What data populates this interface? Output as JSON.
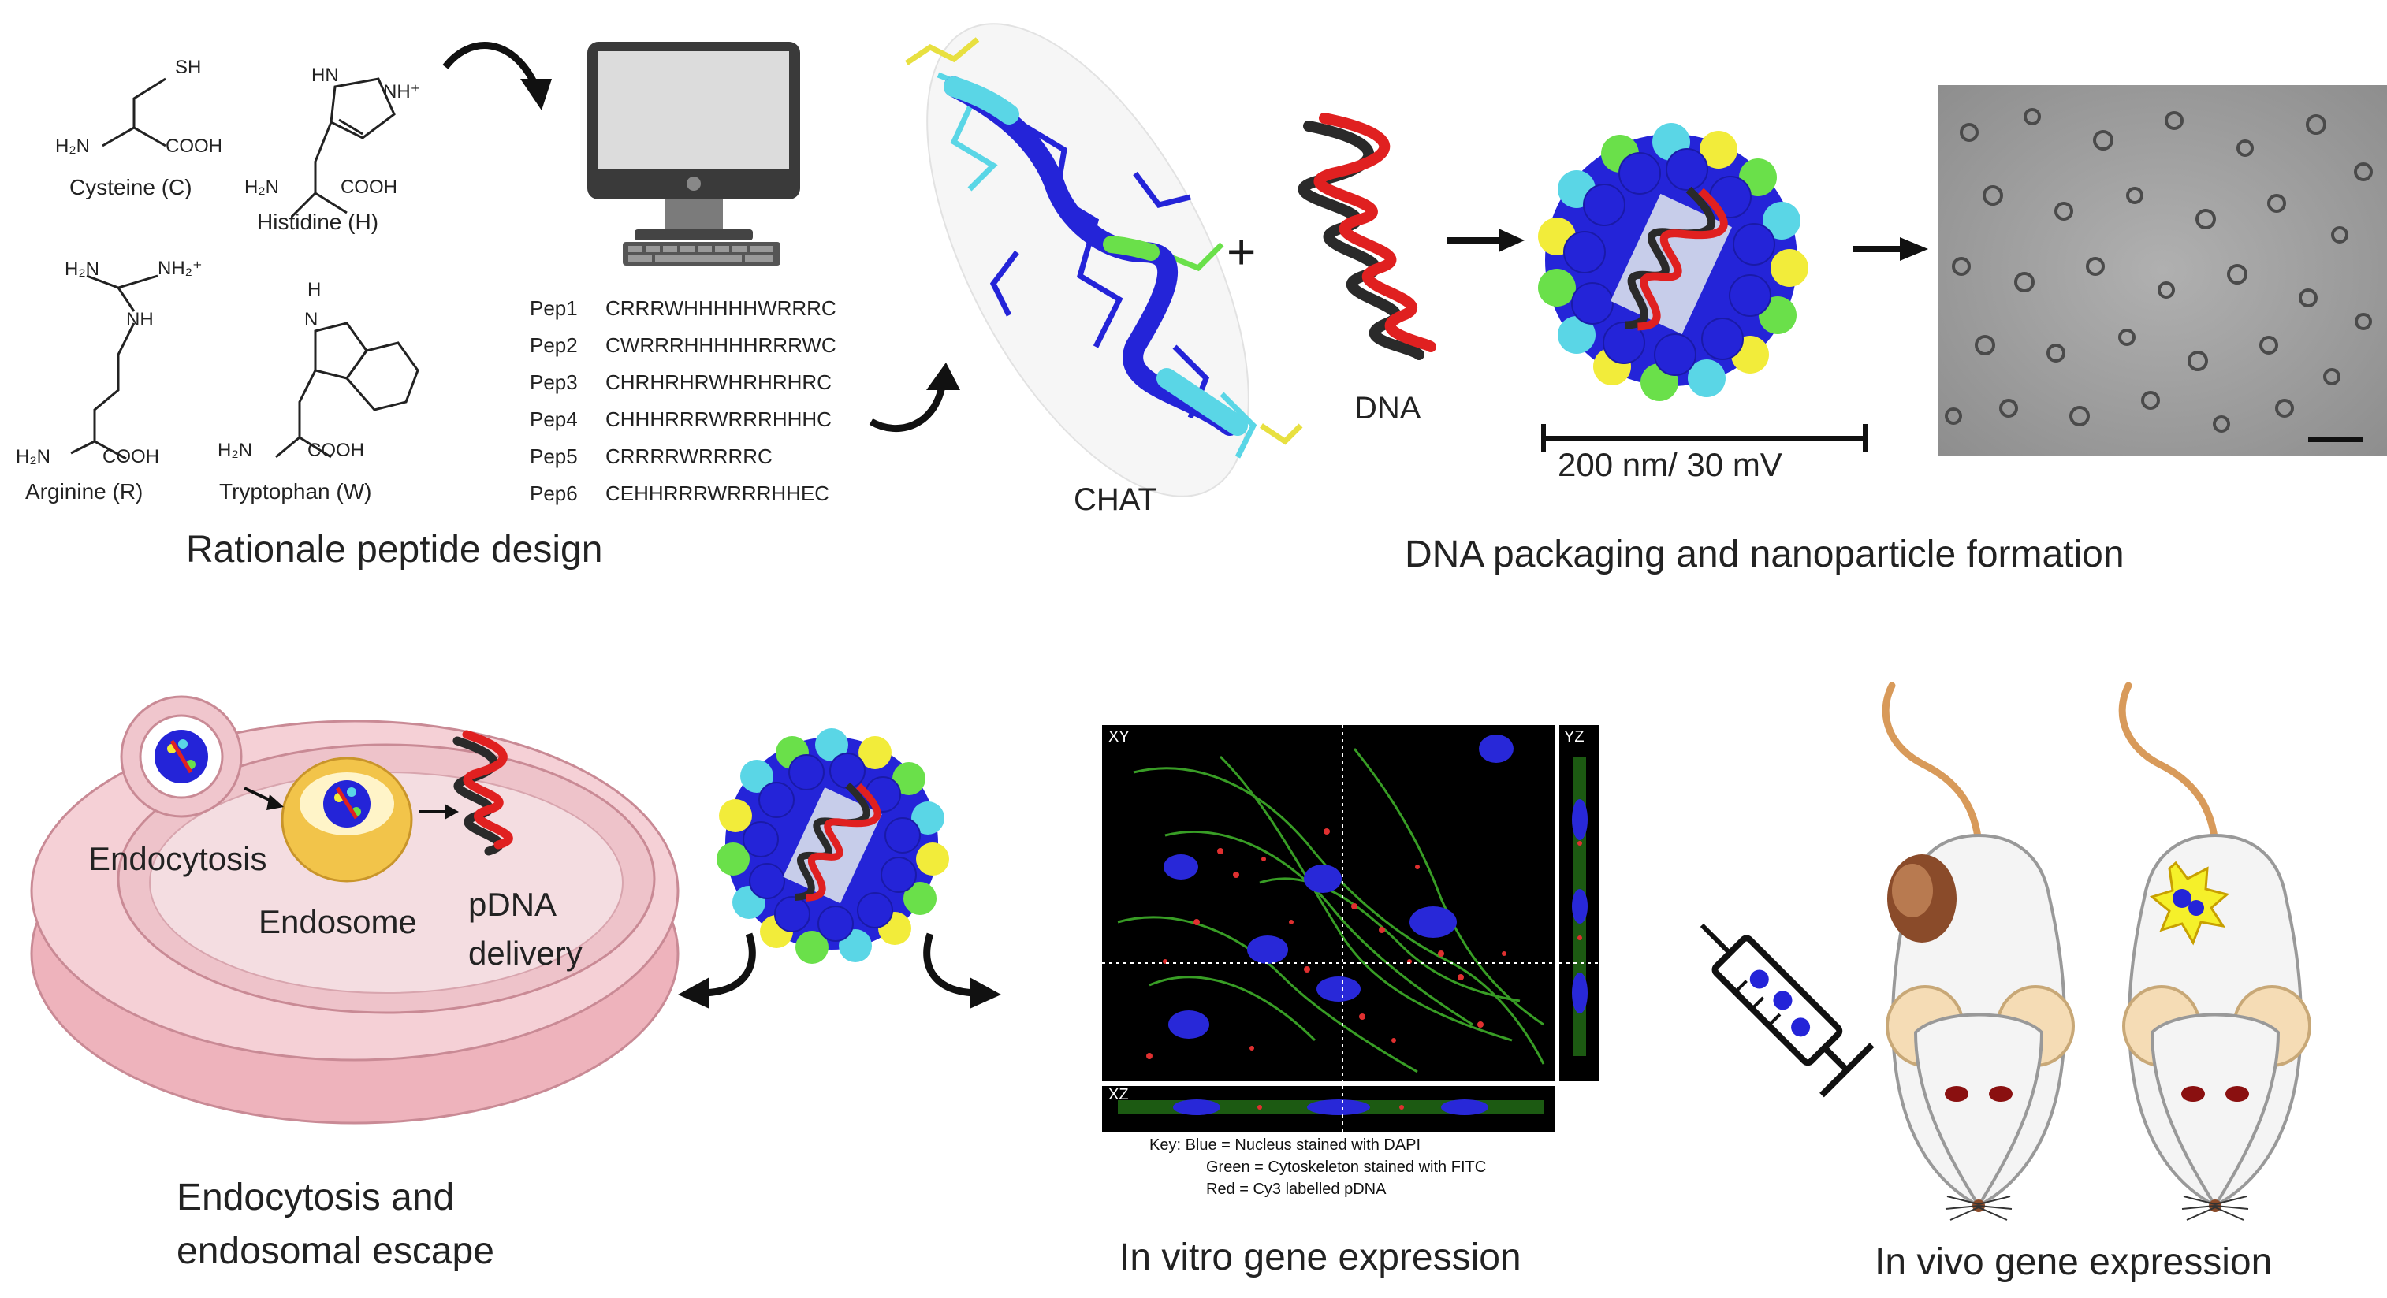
{
  "amino_acids": [
    {
      "name": "Cysteine (C)",
      "groups": [
        "SH",
        "H₂N",
        "COOH"
      ]
    },
    {
      "name": "Histidine (H)",
      "groups": [
        "HN",
        "NH⁺",
        "H₂N",
        "COOH"
      ]
    },
    {
      "name": "Arginine (R)",
      "groups": [
        "H₂N",
        "NH₂⁺",
        "NH",
        "H₂N",
        "COOH"
      ]
    },
    {
      "name": "Tryptophan (W)",
      "groups": [
        "H",
        "N",
        "H₂N",
        "COOH"
      ]
    }
  ],
  "peptides": [
    {
      "name": "Pep1",
      "seq": "CRRRWHHHHHWRRRC"
    },
    {
      "name": "Pep2",
      "seq": "CWRRRHHHHHRRRWC"
    },
    {
      "name": "Pep3",
      "seq": "CHRHRHRWHRHRHRC"
    },
    {
      "name": "Pep4",
      "seq": "CHHHRRRWRRRHHHC"
    },
    {
      "name": "Pep5",
      "seq": "CRRRRWRRRRC"
    },
    {
      "name": "Pep6",
      "seq": "CEHHRRRWRRRHHEC"
    }
  ],
  "labels": {
    "chat": "CHAT",
    "plus": "+",
    "dna": "DNA",
    "scale": "200 nm/ 30 mV",
    "endocytosis": "Endocytosis",
    "endosome": "Endosome",
    "pdna": "pDNA",
    "delivery": "delivery",
    "xy": "XY",
    "yz": "YZ",
    "xz": "XZ"
  },
  "key": {
    "line1": "Key: Blue = Nucleus stained with DAPI",
    "line2": "Green = Cytoskeleton stained with FITC",
    "line3": "Red = Cy3 labelled pDNA"
  },
  "captions": {
    "design": "Rationale peptide design",
    "packaging": "DNA packaging and nanoparticle formation",
    "endocytosis_line1": "Endocytosis and",
    "endocytosis_line2": "endosomal escape",
    "invitro": "In vitro gene expression",
    "invivo": "In vivo gene expression"
  },
  "colors": {
    "peptide_blue": "#2424d8",
    "peptide_cyan": "#5ad6e6",
    "peptide_green": "#6ae04a",
    "peptide_yellow": "#f2ec3a",
    "dna_red": "#e02020",
    "dna_dark": "#2a2a2a",
    "cell_pink": "#f2c5cc",
    "endosome_yellow": "#f5c84a",
    "mouse_body": "#f4f4f4",
    "mouse_ear": "#f5dcb5",
    "tumor_brown": "#8a4b2a",
    "micro_bg": "#000000"
  }
}
